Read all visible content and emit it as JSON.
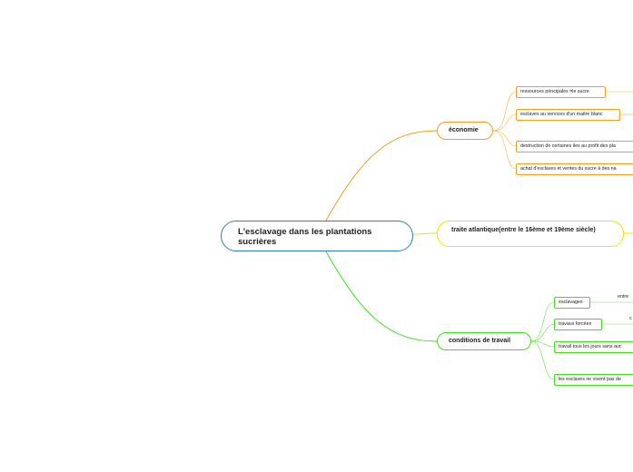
{
  "root": {
    "label": "L'esclavage dans les plantations sucrières"
  },
  "branches": {
    "economie": {
      "label": "économie",
      "color": "#f0a020",
      "items": [
        "ressources principales =le sucre",
        "esclaves au services d'un maitre blanc",
        "destruction de certaines iles au profit des pla",
        "achat d'esclaves et ventes du sucre à des na"
      ]
    },
    "traite": {
      "label": "traite atlantique(entre le 16ème et 19ème siècle)",
      "color": "#e8e800"
    },
    "conditions": {
      "label": "conditions de travail",
      "color": "#44dd22",
      "items": [
        "esclavages",
        "travaux forcées",
        "travail tous les jours sans auc",
        "les esclaves ne vivent pas de"
      ],
      "subtexts": [
        "entre",
        "c"
      ]
    }
  }
}
